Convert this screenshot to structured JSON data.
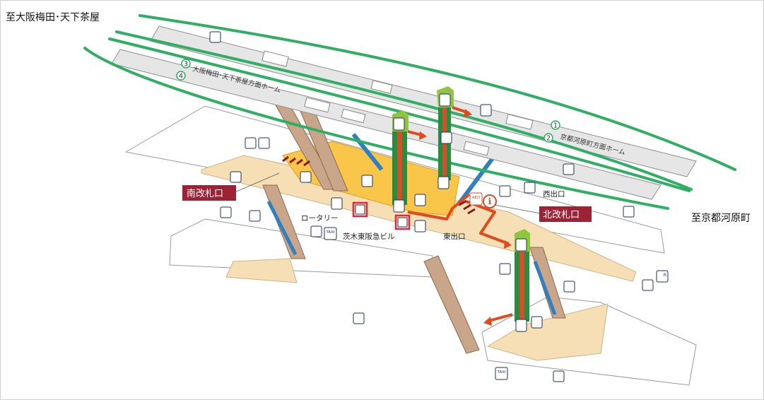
{
  "directions": {
    "northwest": "至大阪梅田･天下茶屋",
    "east": "至京都河原町"
  },
  "platforms": {
    "upper": "京都河原町方面ホーム",
    "lower": "大阪梅田･天下茶屋方面ホーム",
    "track_1": "1",
    "track_2": "2",
    "track_3": "3",
    "track_4": "4"
  },
  "gates": {
    "south": "南改札口",
    "north": "北改札口"
  },
  "exits": {
    "west": "西出口",
    "east": "東出口"
  },
  "places": {
    "rotary": "ロータリー",
    "building": "茨木東阪急ビル"
  },
  "icon_text": {
    "taxi": "TAXI",
    "aed": "AED",
    "info": "i",
    "rental": "R"
  },
  "colors": {
    "track_line": "#2fae64",
    "platform": "#e6e6e6",
    "concourse": "#f9c64a",
    "concourse_light": "#f6dfb4",
    "gate_tag": "#9b2335",
    "route_arrow": "#e04a1c",
    "elevator_green": "#2a8c3f",
    "elevator_red": "#d1502b",
    "escalator_blue": "#2f7fc1",
    "icon_navy": "#1d2f5c",
    "highlight_red": "#e0283a"
  }
}
